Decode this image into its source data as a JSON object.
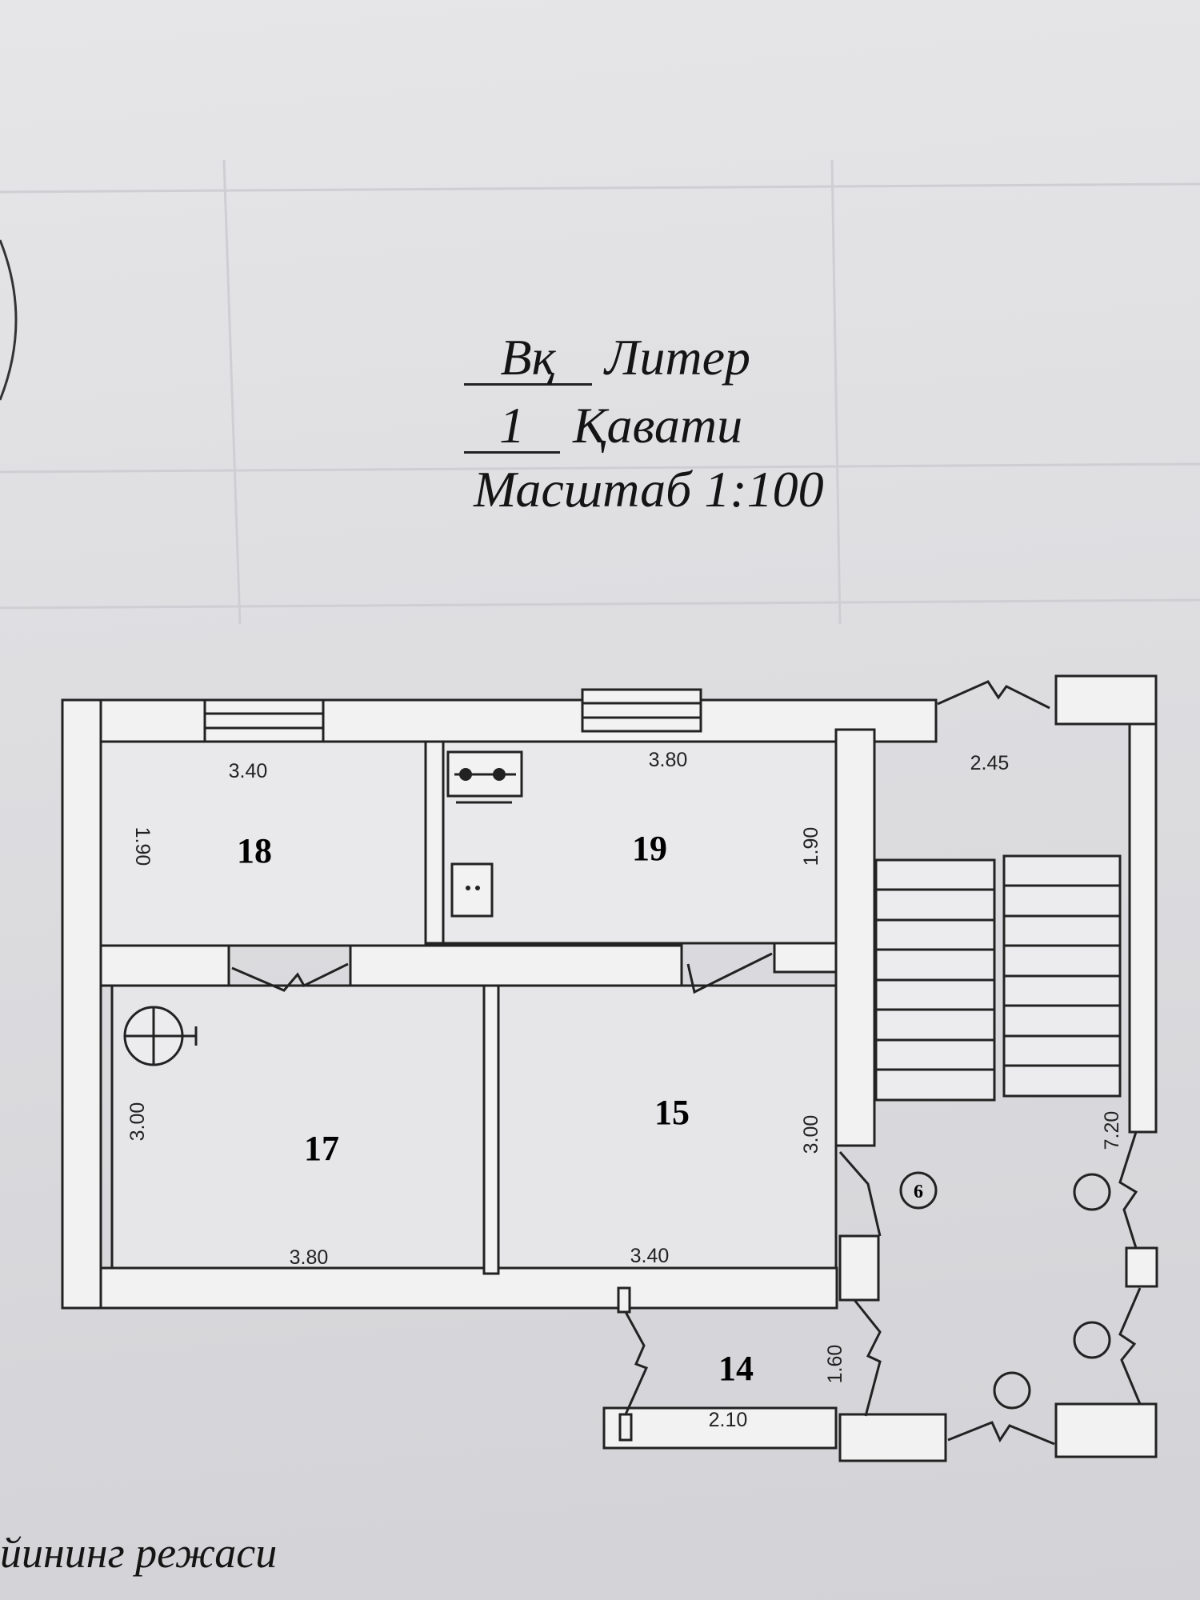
{
  "title": {
    "liter_code": "Вқ",
    "liter_label": "Литер",
    "floor_number": "1",
    "floor_label": "Қавати",
    "scale": "Масштаб 1:100"
  },
  "rooms": [
    {
      "id": "18",
      "label": "18"
    },
    {
      "id": "19",
      "label": "19"
    },
    {
      "id": "17",
      "label": "17"
    },
    {
      "id": "15",
      "label": "15"
    },
    {
      "id": "14",
      "label": "14"
    },
    {
      "id": "6",
      "label": "6"
    }
  ],
  "dimensions": {
    "room18_width": "3.40",
    "room18_height": "1.90",
    "room19_width": "3.80",
    "room19_height": "1.90",
    "stair_width": "2.45",
    "room17_height": "3.00",
    "room17_width": "3.80",
    "room15_height": "3.00",
    "room15_width": "3.40",
    "room6_length": "7.20",
    "room14_height": "1.60",
    "room14_width": "2.10"
  },
  "footer": "йининг режаси"
}
